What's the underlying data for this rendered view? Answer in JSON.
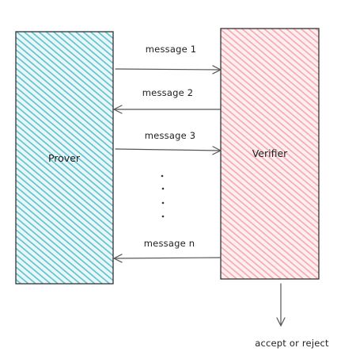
{
  "diagram": {
    "prover": {
      "label": "Prover",
      "fill": "#5cc0cf",
      "stroke": "#333333"
    },
    "verifier": {
      "label": "Verifier",
      "fill": "#f7a7ad",
      "stroke": "#333333"
    },
    "messages": [
      {
        "label": "message 1",
        "direction": "prover-to-verifier"
      },
      {
        "label": "message 2",
        "direction": "verifier-to-prover"
      },
      {
        "label": "message 3",
        "direction": "prover-to-verifier"
      },
      {
        "label": "message n",
        "direction": "verifier-to-prover"
      }
    ],
    "ellipsis": "·\n·\n·\n·",
    "outcome": {
      "label": "accept or reject"
    }
  }
}
